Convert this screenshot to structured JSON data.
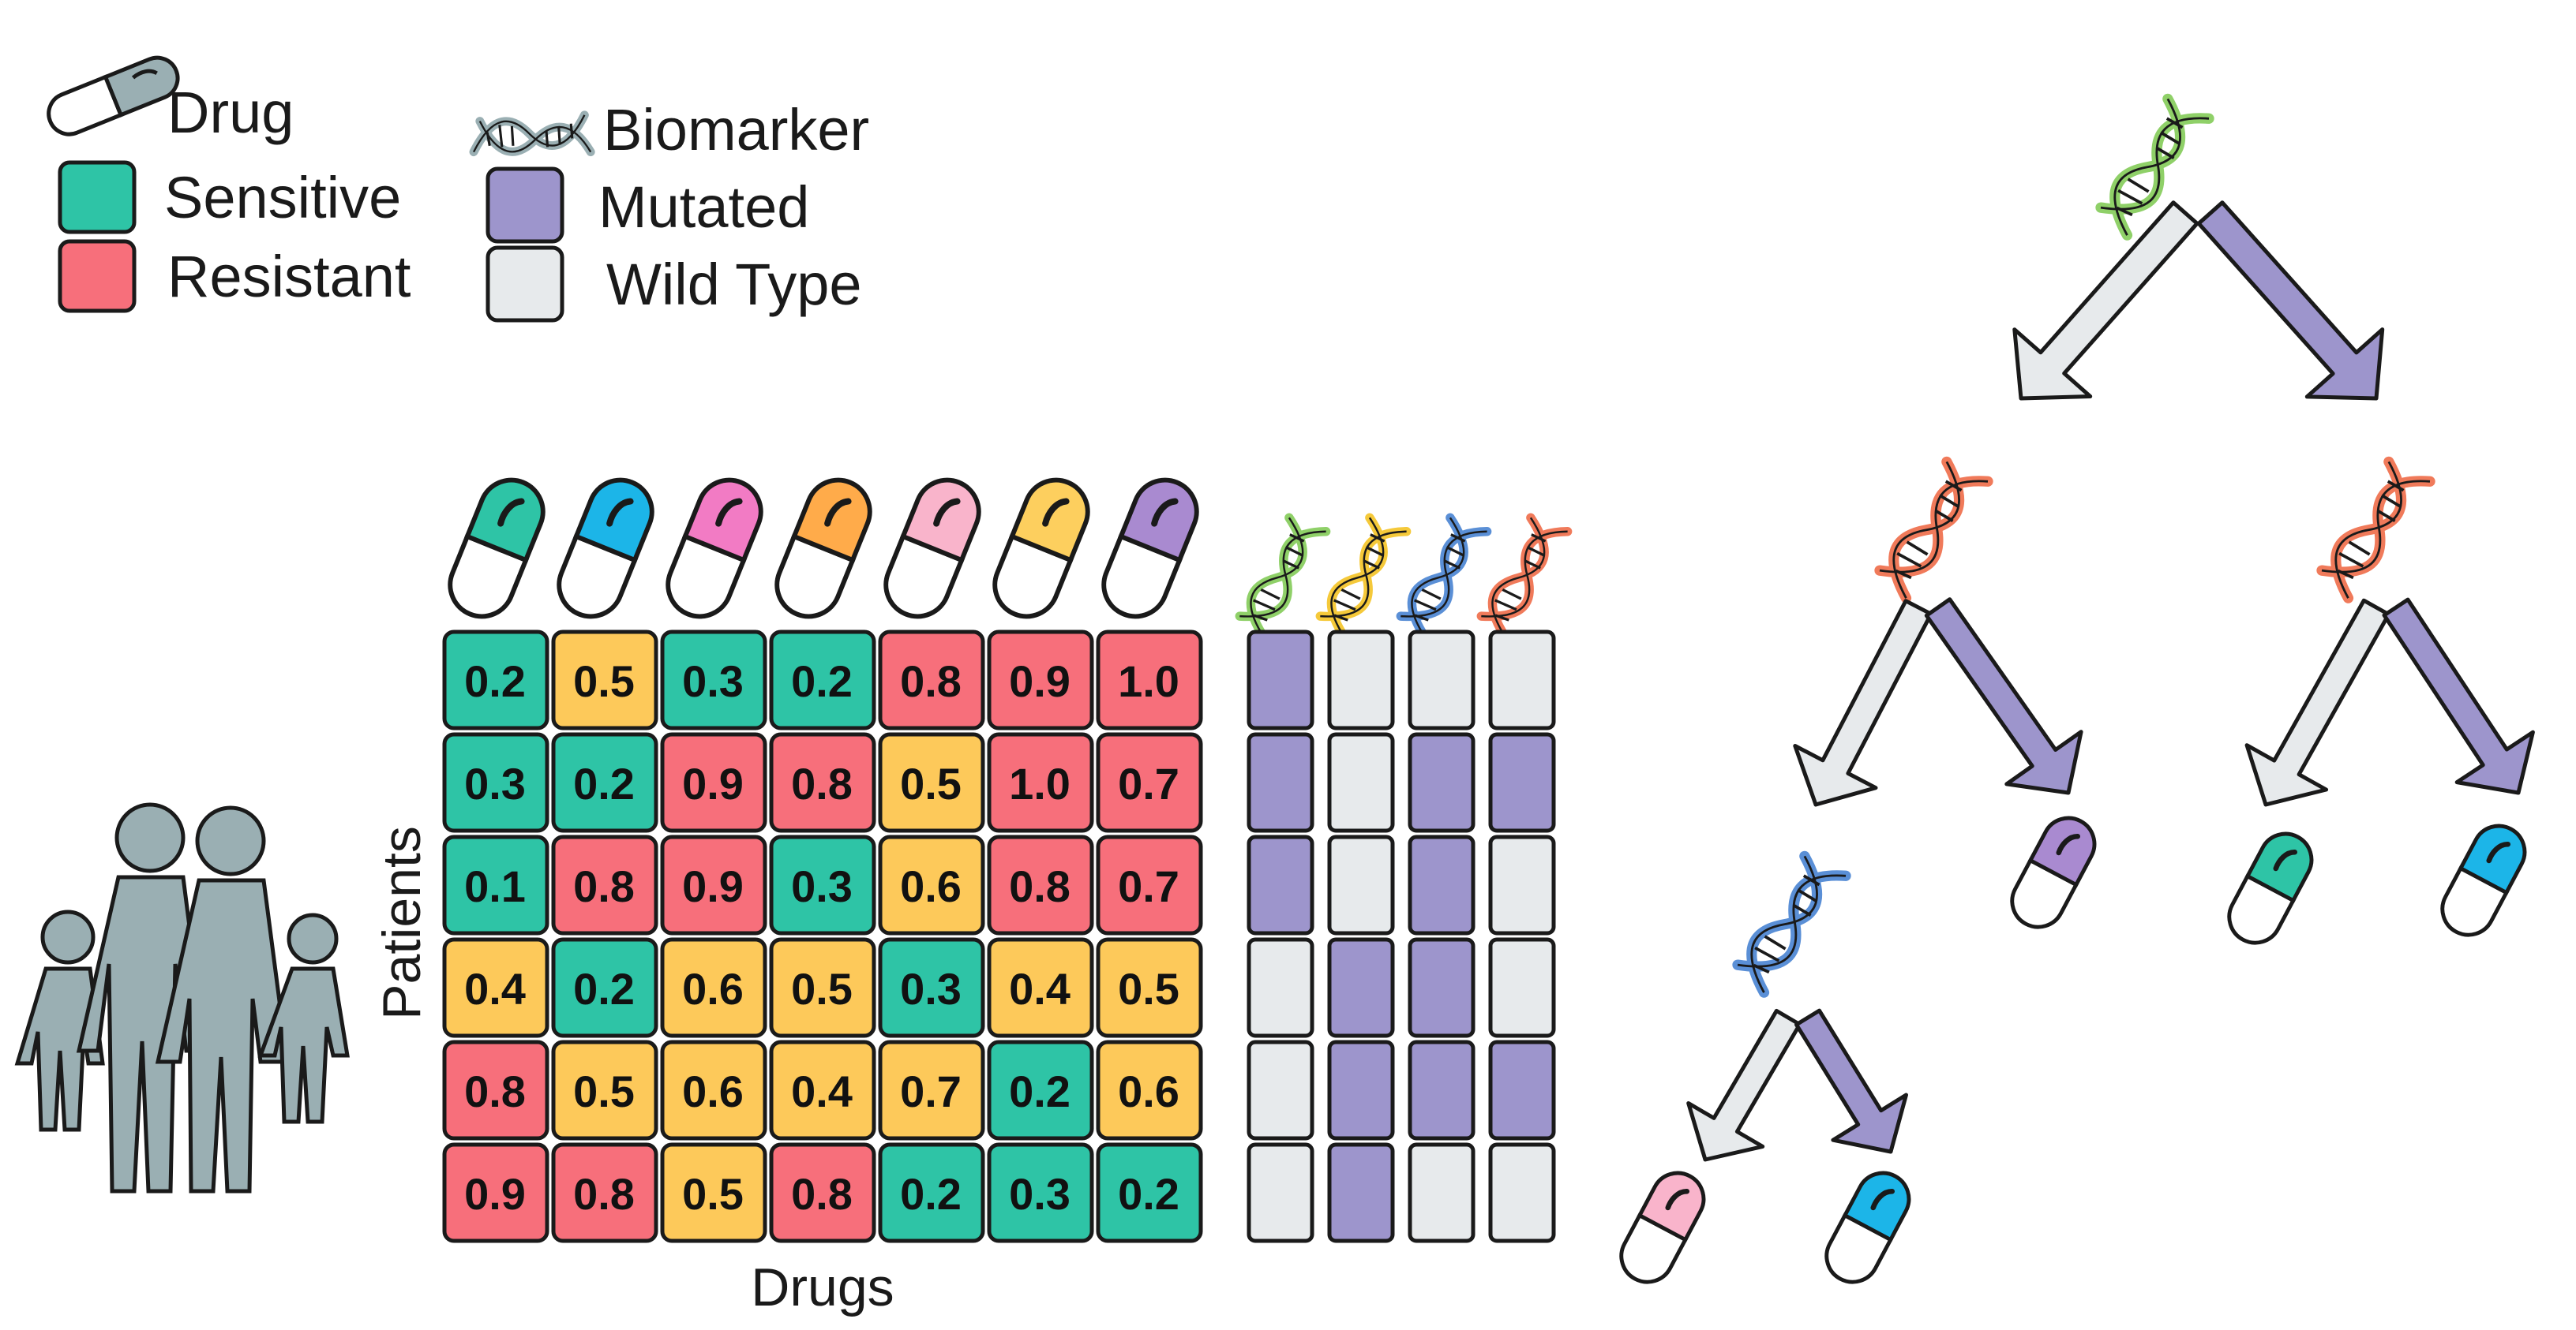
{
  "legend": {
    "drug_label": "Drug",
    "sensitive_label": "Sensitive",
    "resistant_label": "Resistant",
    "biomarker_label": "Biomarker",
    "mutated_label": "Mutated",
    "wildtype_label": "Wild Type"
  },
  "colors": {
    "sensitive": "#2ec4a6",
    "resistant": "#f76f7b",
    "intermediate": "#fdc95a",
    "mutated": "#9d95cc",
    "wildtype": "#e7eaec",
    "family": "#9aafb3",
    "outline": "#1a1a1a"
  },
  "matrix": {
    "xlabel": "Drugs",
    "ylabel": "Patients",
    "drug_colors": [
      "#2ec4a6",
      "#1cb5e8",
      "#f27bc4",
      "#ffab4a",
      "#f9b4cb",
      "#fdcf5e",
      "#a98ad0"
    ],
    "values": [
      [
        "0.2",
        "0.5",
        "0.3",
        "0.2",
        "0.8",
        "0.9",
        "1.0"
      ],
      [
        "0.3",
        "0.2",
        "0.9",
        "0.8",
        "0.5",
        "1.0",
        "0.7"
      ],
      [
        "0.1",
        "0.8",
        "0.9",
        "0.3",
        "0.6",
        "0.8",
        "0.7"
      ],
      [
        "0.4",
        "0.2",
        "0.6",
        "0.5",
        "0.3",
        "0.4",
        "0.5"
      ],
      [
        "0.8",
        "0.5",
        "0.6",
        "0.4",
        "0.7",
        "0.2",
        "0.6"
      ],
      [
        "0.9",
        "0.8",
        "0.5",
        "0.8",
        "0.2",
        "0.3",
        "0.2"
      ]
    ],
    "categories": [
      [
        "S",
        "I",
        "S",
        "S",
        "R",
        "R",
        "R"
      ],
      [
        "S",
        "S",
        "R",
        "R",
        "I",
        "R",
        "R"
      ],
      [
        "S",
        "R",
        "R",
        "S",
        "I",
        "R",
        "R"
      ],
      [
        "I",
        "S",
        "I",
        "I",
        "S",
        "I",
        "I"
      ],
      [
        "R",
        "I",
        "I",
        "I",
        "I",
        "S",
        "I"
      ],
      [
        "R",
        "R",
        "I",
        "R",
        "S",
        "S",
        "S"
      ]
    ]
  },
  "biomarkers": {
    "colors": [
      "#8fd068",
      "#f5c93a",
      "#5a8fd6",
      "#f07a5a"
    ],
    "status": [
      [
        "M",
        "W",
        "W",
        "W"
      ],
      [
        "M",
        "W",
        "M",
        "M"
      ],
      [
        "M",
        "W",
        "M",
        "W"
      ],
      [
        "W",
        "M",
        "M",
        "W"
      ],
      [
        "W",
        "M",
        "M",
        "M"
      ],
      [
        "W",
        "M",
        "W",
        "W"
      ]
    ]
  },
  "tree": {
    "root_color": "#8fd068",
    "level2_colors": [
      "#f07a5a",
      "#f07a5a"
    ],
    "level3_color": "#5a8fd6",
    "leaf_colors": [
      "#a98ad0",
      "#2ec4a6",
      "#1cb5e8",
      "#f9b4cb",
      "#1cb5e8"
    ]
  }
}
